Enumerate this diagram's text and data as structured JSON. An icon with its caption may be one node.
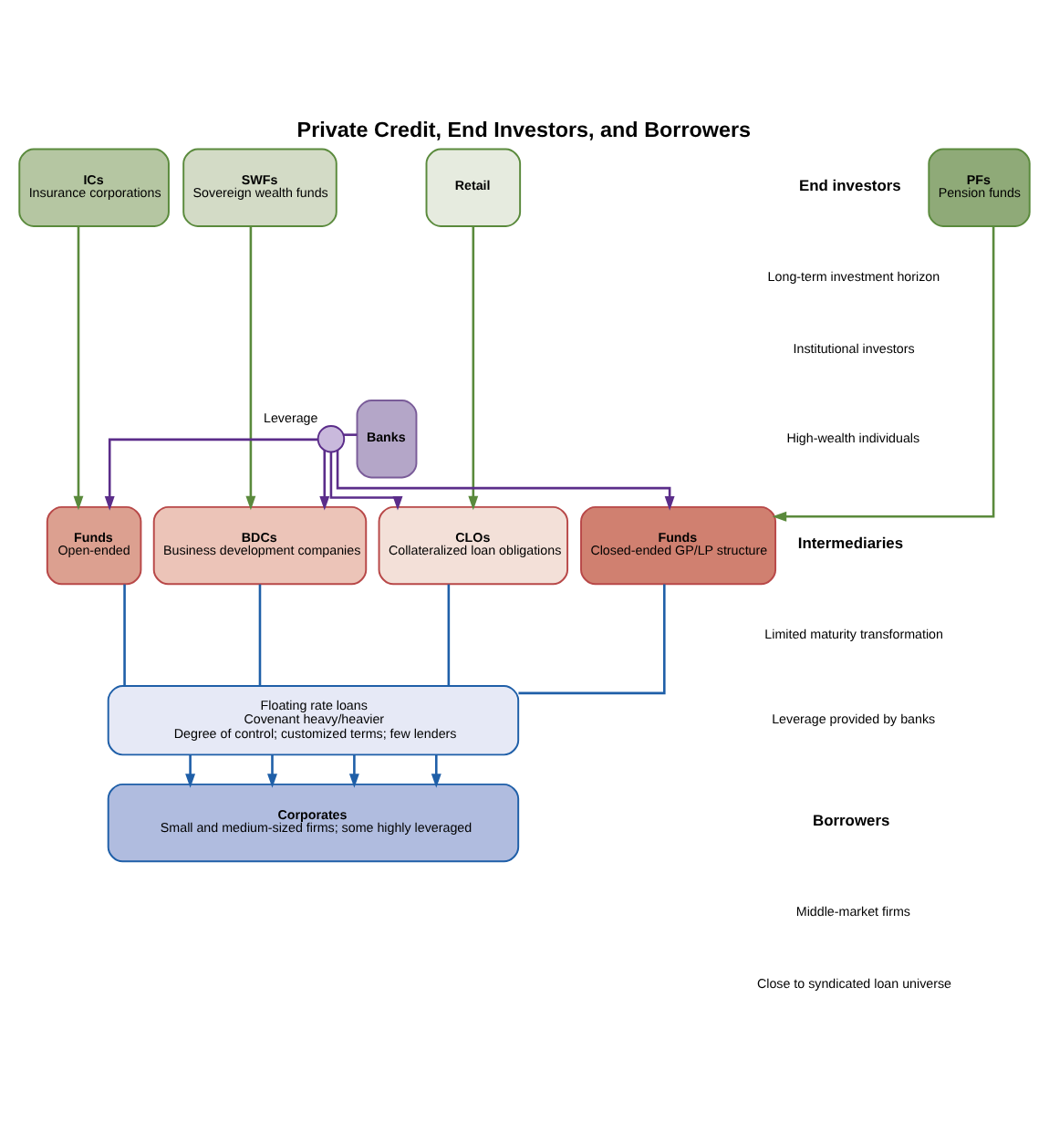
{
  "diagram": {
    "title": "Private Credit, End Investors, and Borrowers",
    "nodes": [
      {
        "text": [
          "PFs",
          "Pension funds"
        ]
      },
      {
        "text": [
          "ICs",
          "Insurance corporations"
        ]
      },
      {
        "text": [
          "SWFs",
          "Sovereign wealth funds"
        ]
      },
      {
        "text": [
          "Retail"
        ]
      },
      {
        "text": [
          "Banks"
        ]
      },
      {
        "text": [],
        "shape": "circle",
        "beside": [
          "Leverage"
        ]
      },
      {
        "text": [
          "Funds",
          "Closed-ended GP/LP structure"
        ]
      },
      {
        "text": [
          "Funds",
          "Open-ended"
        ]
      },
      {
        "text": [
          "BDCs",
          "Business development companies"
        ]
      },
      {
        "text": [
          "CLOs",
          "Collateralized loan obligations"
        ]
      },
      {
        "text": [
          "Floating rate loans",
          "Covenant heavy/heavier",
          "Degree of control; customized terms; few lenders"
        ]
      },
      {
        "text": [
          "Corporates",
          "Small and medium-sized firms; some highly leveraged"
        ]
      }
    ],
    "edges": [
      {
        "from": 0,
        "to": 6,
        "arrow": "to",
        "color": "#5a8a3c"
      },
      {
        "from": 1,
        "to": 7,
        "arrow": "to",
        "color": "#5a8a3c"
      },
      {
        "from": 2,
        "to": 8,
        "arrow": "to",
        "color": "#5a8a3c"
      },
      {
        "from": 3,
        "to": 9,
        "arrow": "to",
        "color": "#5a8a3c"
      },
      {
        "from": 4,
        "to": 5,
        "arrow": "none",
        "color": "#5b2d8a"
      },
      {
        "from": 5,
        "to": 6,
        "arrow": "to",
        "color": "#5b2d8a"
      },
      {
        "from": 5,
        "to": 7,
        "arrow": "to",
        "color": "#5b2d8a"
      },
      {
        "from": 5,
        "to": 8,
        "arrow": "to",
        "color": "#5b2d8a"
      },
      {
        "from": 5,
        "to": 9,
        "arrow": "to",
        "color": "#5b2d8a"
      },
      {
        "from": 6,
        "to": 10,
        "arrow": "none",
        "color": "#1f5fa8"
      },
      {
        "from": 7,
        "to": 10,
        "arrow": "none",
        "color": "#1f5fa8"
      },
      {
        "from": 8,
        "to": 10,
        "arrow": "none",
        "color": "#1f5fa8"
      },
      {
        "from": 9,
        "to": 10,
        "arrow": "none",
        "color": "#1f5fa8"
      },
      {
        "from": 10,
        "to": 11,
        "arrow": "to",
        "color": "#1f5fa8"
      },
      {
        "from": 10,
        "to": 11,
        "arrow": "to",
        "color": "#1f5fa8"
      },
      {
        "from": 10,
        "to": 11,
        "arrow": "to",
        "color": "#1f5fa8"
      },
      {
        "from": 10,
        "to": 11,
        "arrow": "to",
        "color": "#1f5fa8"
      }
    ],
    "labels": [
      "End investors",
      "Long-term investment horizon",
      "Institutional investors",
      "High-wealth individuals",
      "Intermediaries",
      "Limited maturity transformation",
      "Leverage provided by banks",
      "Borrowers",
      "Middle-market firms",
      "Close to syndicated loan universe"
    ]
  }
}
